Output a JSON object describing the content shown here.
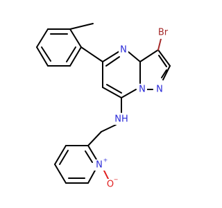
{
  "atoms": {
    "bromine": "Br",
    "nitrogen_pyrimidine": "N",
    "nitrogen_pyrazole_bridge": "N",
    "nitrogen_pyrazole": "N",
    "amine": "NH",
    "nitrogen_pyridine": "N",
    "nitrogen_pyridine_charge": "+",
    "oxygen_oxide": "O",
    "oxygen_oxide_charge": "−"
  },
  "colors": {
    "bond": "#000000",
    "nitrogen": "#2a2ad8",
    "oxygen": "#e02020",
    "bromine": "#a52a2a"
  }
}
